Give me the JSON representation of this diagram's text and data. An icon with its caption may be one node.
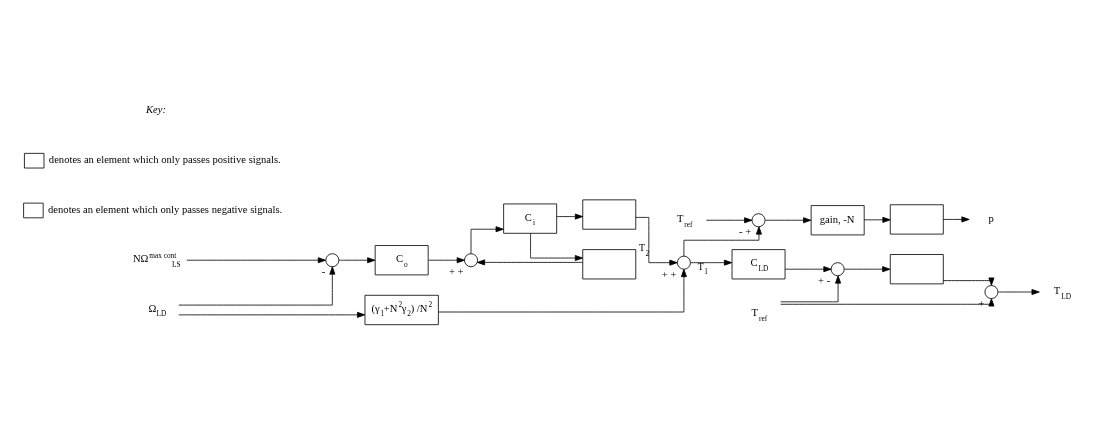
{
  "diagram": {
    "nodes": [
      {
        "text": [
          "Ω$_{LD}$"
        ]
      },
      {
        "text": [
          "NΩ$^{max cont}$$_{LS}$"
        ]
      },
      {
        "text": [],
        "shape": "circle",
        "beside": [
          "-"
        ]
      },
      {
        "text": [
          "C$_{o}$"
        ]
      },
      {
        "text": [],
        "shape": "circle",
        "beside": [
          "+",
          "+"
        ]
      },
      {
        "text": [
          "C$_{i}$"
        ]
      },
      {
        "text": [],
        "shape": "box"
      },
      {
        "text": [],
        "shape": "box"
      },
      {
        "text": [
          "(γ$_{1}$+N$^{2}$γ$_{2}$) /N$^{2}$"
        ]
      },
      {
        "text": [],
        "shape": "circle",
        "beside": [
          "+",
          "+"
        ]
      },
      {
        "text": [
          "T$_{ref}$"
        ]
      },
      {
        "text": [],
        "shape": "circle",
        "beside": [
          "-",
          "+"
        ]
      },
      {
        "text": [
          "gain, -N"
        ]
      },
      {
        "text": [],
        "shape": "box"
      },
      {
        "text": [
          "p"
        ]
      },
      {
        "text": [
          "C$_{LD}$"
        ]
      },
      {
        "text": [],
        "shape": "circle",
        "beside": [
          "+",
          "-"
        ]
      },
      {
        "text": [],
        "shape": "box"
      },
      {
        "text": [],
        "shape": "circle",
        "beside": [
          "+"
        ]
      },
      {
        "text": [
          "T$_{LD}$"
        ]
      },
      {
        "text": [
          "T$_{ref}$"
        ]
      }
    ],
    "edges": [
      {
        "from": 0,
        "to": 2,
        "arrow": "to"
      },
      {
        "from": 0,
        "to": 8,
        "arrow": "to"
      },
      {
        "from": 1,
        "to": 2,
        "arrow": "to"
      },
      {
        "from": 2,
        "to": 3,
        "arrow": "to"
      },
      {
        "from": 3,
        "to": 4,
        "arrow": "to"
      },
      {
        "from": 4,
        "to": 5,
        "arrow": "to"
      },
      {
        "from": 5,
        "to": 6,
        "arrow": "to"
      },
      {
        "from": 5,
        "to": 7,
        "arrow": "to"
      },
      {
        "from": 7,
        "to": 4,
        "arrow": "to"
      },
      {
        "from": 6,
        "to": 9,
        "arrow": "to",
        "label": "T$_{2}$"
      },
      {
        "from": 8,
        "to": 9,
        "arrow": "to"
      },
      {
        "from": 9,
        "to": 11,
        "arrow": "to"
      },
      {
        "from": 9,
        "to": 15,
        "arrow": "to",
        "label": "T$_{1}$"
      },
      {
        "from": 10,
        "to": 11,
        "arrow": "to"
      },
      {
        "from": 11,
        "to": 12,
        "arrow": "to"
      },
      {
        "from": 12,
        "to": 13,
        "arrow": "to"
      },
      {
        "from": 13,
        "to": 14,
        "arrow": "to"
      },
      {
        "from": 15,
        "to": 16,
        "arrow": "to"
      },
      {
        "from": 16,
        "to": 17,
        "arrow": "to"
      },
      {
        "from": 17,
        "to": 18,
        "arrow": "to"
      },
      {
        "from": 20,
        "to": 16,
        "arrow": "to"
      },
      {
        "from": 20,
        "to": 18,
        "arrow": "to"
      },
      {
        "from": 18,
        "to": 19,
        "arrow": "to"
      }
    ],
    "labels": [
      "Key:"
    ],
    "legend": [
      {
        "text": "denotes an element which only passes positive signals."
      },
      {
        "text": "denotes an element which only passes negative signals."
      }
    ]
  }
}
